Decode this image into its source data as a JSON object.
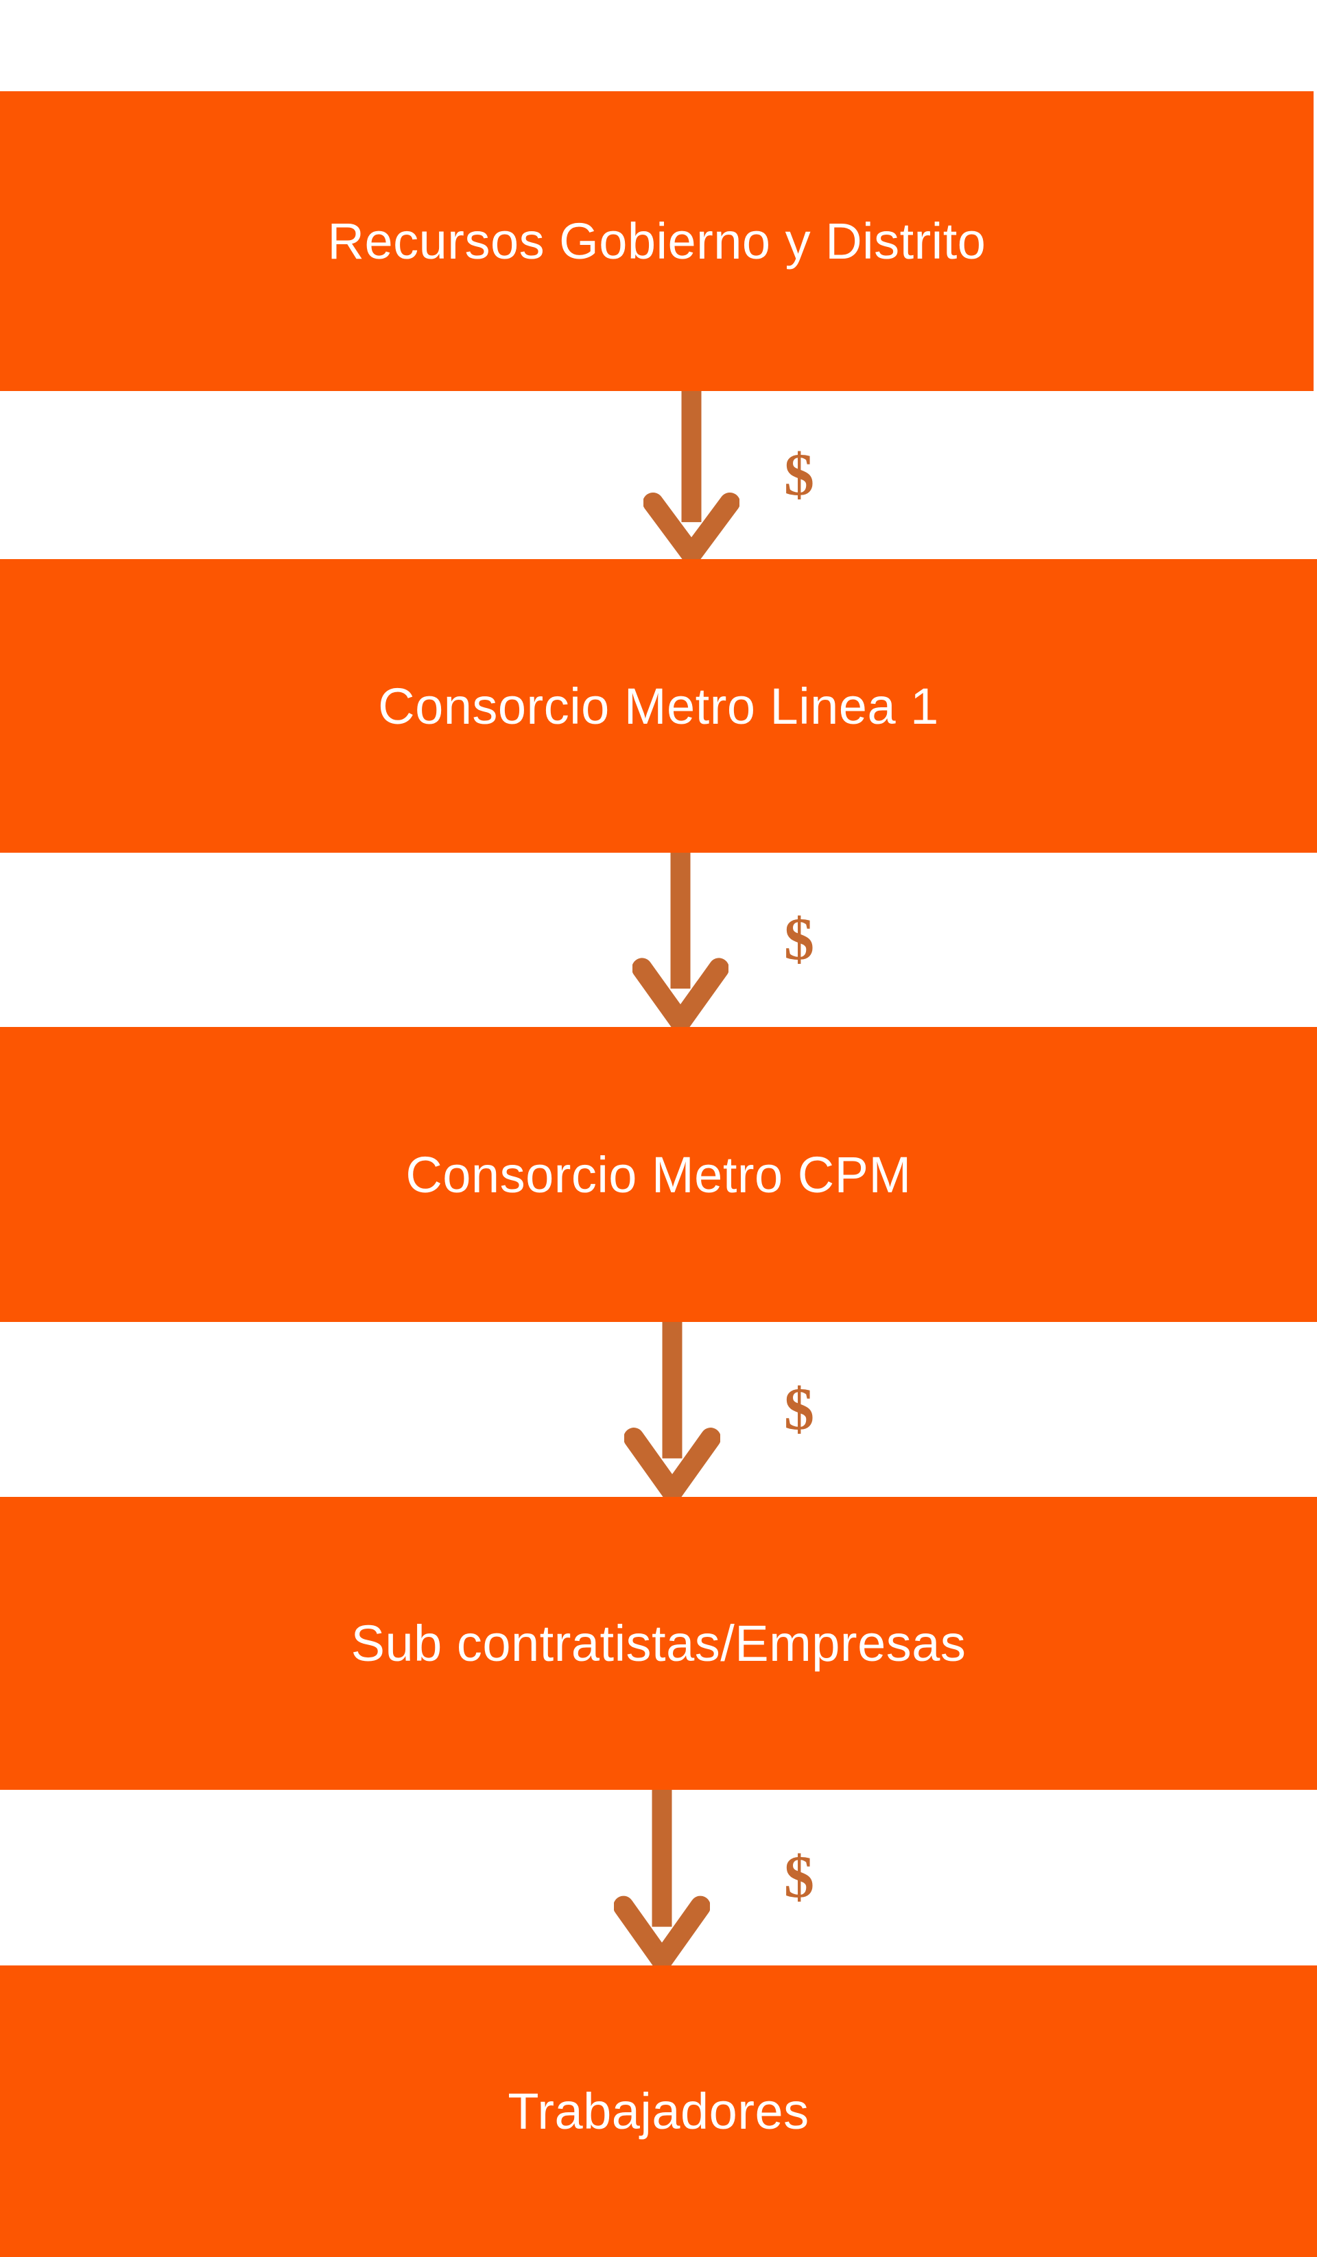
{
  "diagram": {
    "type": "vertical-flow",
    "levels": [
      {
        "label": "Recursos Gobierno y Distrito"
      },
      {
        "label": "Consorcio Metro Linea 1"
      },
      {
        "label": "Consorcio Metro CPM"
      },
      {
        "label": "Sub contratistas/Empresas"
      },
      {
        "label": "Trabajadores"
      }
    ],
    "connectors": [
      {
        "symbol": "$"
      },
      {
        "symbol": "$"
      },
      {
        "symbol": "$"
      },
      {
        "symbol": "$"
      }
    ],
    "colors": {
      "band": "#FC5602",
      "arrow": "#C4682F",
      "label_text": "#FFFFFF",
      "background": "#FFFFFF"
    }
  }
}
